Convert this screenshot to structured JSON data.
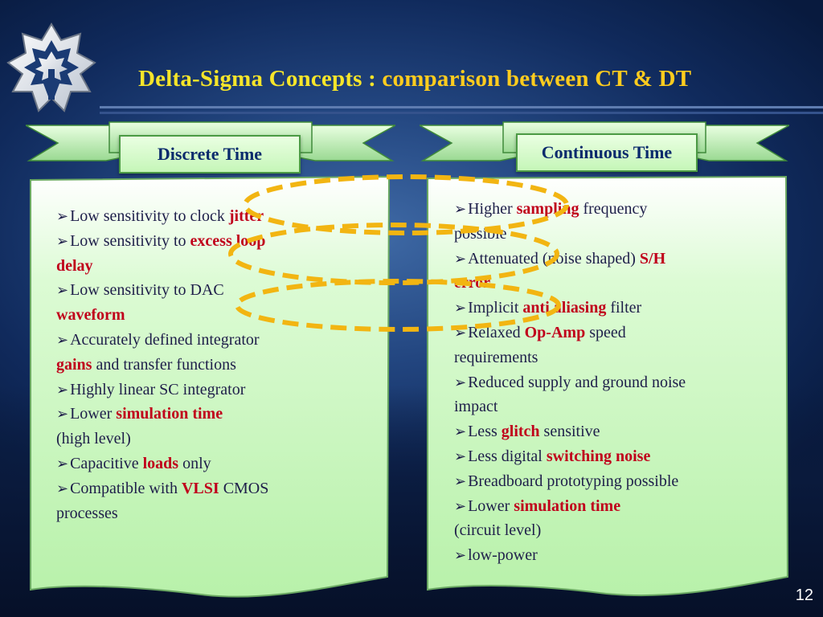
{
  "title": {
    "prefix": "Delta-Sigma Concepts : ",
    "accent": "comparison between CT & DT"
  },
  "page_number": "12",
  "colors": {
    "title": "#f6e52a",
    "highlight": "#c0001b",
    "panel_fill": "#c5f6b8",
    "oval_stroke": "#f2b512"
  },
  "discrete": {
    "label": "Discrete Time",
    "items": [
      {
        "lines": [
          [
            {
              "t": "Low sensitivity to clock "
            },
            {
              "t": "jitter",
              "hl": true
            }
          ]
        ]
      },
      {
        "lines": [
          [
            {
              "t": "Low sensitivity to "
            },
            {
              "t": "excess loop",
              "hl": true
            }
          ],
          [
            {
              "t": "delay",
              "hl": true
            }
          ]
        ]
      },
      {
        "lines": [
          [
            {
              "t": "Low sensitivity to DAC"
            }
          ],
          [
            {
              "t": "waveform",
              "hl": true
            }
          ]
        ]
      },
      {
        "lines": [
          [
            {
              "t": "Accurately defined integrator"
            }
          ],
          [
            {
              "t": "gains",
              "hl": true
            },
            {
              "t": " and transfer functions"
            }
          ]
        ]
      },
      {
        "lines": [
          [
            {
              "t": "Highly linear SC integrator"
            }
          ]
        ]
      },
      {
        "lines": [
          [
            {
              "t": "Lower "
            },
            {
              "t": "simulation time",
              "hl": true
            }
          ],
          [
            {
              "t": "(high level)"
            }
          ]
        ]
      },
      {
        "lines": [
          [
            {
              "t": "Capacitive "
            },
            {
              "t": "loads",
              "hl": true
            },
            {
              "t": " only"
            }
          ]
        ]
      },
      {
        "lines": [
          [
            {
              "t": "Compatible with "
            },
            {
              "t": "VLSI",
              "hl": true
            },
            {
              "t": " CMOS"
            }
          ],
          [
            {
              "t": "processes"
            }
          ]
        ]
      }
    ]
  },
  "continuous": {
    "label": "Continuous  Time",
    "items": [
      {
        "lines": [
          [
            {
              "t": "Higher "
            },
            {
              "t": "sampling",
              "hl": true
            },
            {
              "t": " frequency"
            }
          ],
          [
            {
              "t": "possible"
            }
          ]
        ]
      },
      {
        "lines": [
          [
            {
              "t": "Attenuated (noise shaped) "
            },
            {
              "t": "S/H",
              "hl": true
            }
          ],
          [
            {
              "t": "error",
              "hl": true
            }
          ]
        ]
      },
      {
        "lines": [
          [
            {
              "t": "Implicit "
            },
            {
              "t": "anti aliasing",
              "hl": true
            },
            {
              "t": " filter"
            }
          ]
        ]
      },
      {
        "lines": [
          [
            {
              "t": "Relaxed "
            },
            {
              "t": "Op-Amp",
              "hl": true
            },
            {
              "t": " speed"
            }
          ],
          [
            {
              "t": "requirements"
            }
          ]
        ]
      },
      {
        "lines": [
          [
            {
              "t": "Reduced supply and ground noise"
            }
          ],
          [
            {
              "t": "impact"
            }
          ]
        ]
      },
      {
        "lines": [
          [
            {
              "t": "Less "
            },
            {
              "t": "glitch",
              "hl": true
            },
            {
              "t": " sensitive"
            }
          ]
        ]
      },
      {
        "lines": [
          [
            {
              "t": "Less digital "
            },
            {
              "t": "switching noise",
              "hl": true
            }
          ]
        ]
      },
      {
        "lines": [
          [
            {
              "t": "Breadboard prototyping possible"
            }
          ]
        ]
      },
      {
        "lines": [
          [
            {
              "t": "Lower "
            },
            {
              "t": "simulation time",
              "hl": true
            }
          ],
          [
            {
              "t": "(circuit level)"
            }
          ]
        ]
      },
      {
        "lines": [
          [
            {
              "t": "low-power"
            }
          ]
        ]
      }
    ]
  }
}
